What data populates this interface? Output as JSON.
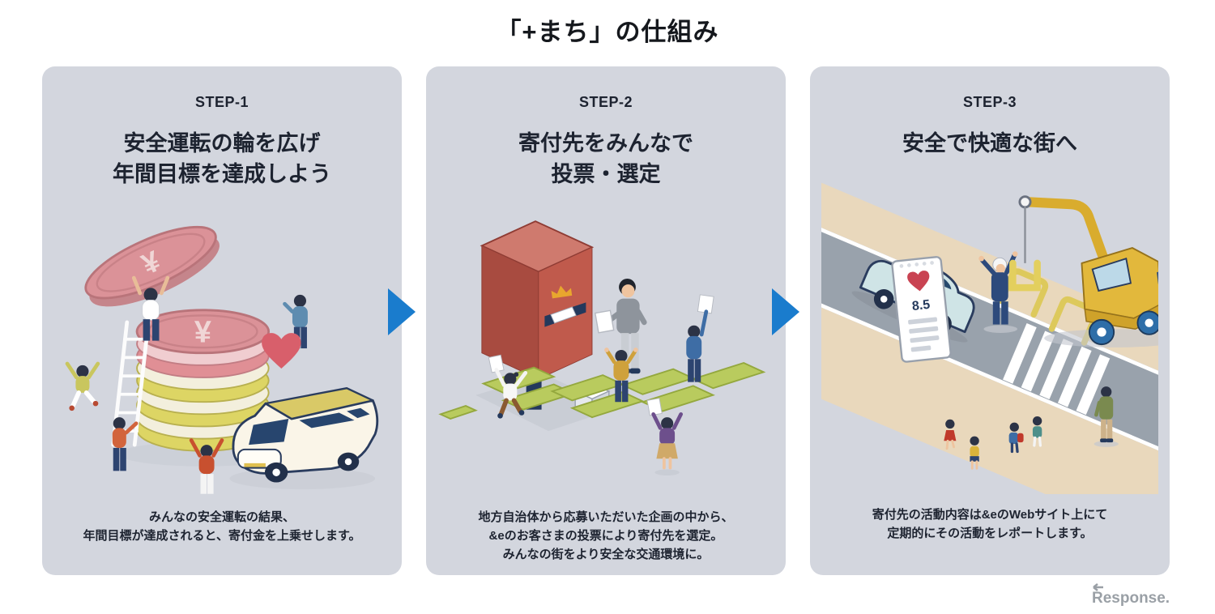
{
  "page": {
    "title": "「+まち」の仕組み",
    "watermark": "Response.",
    "background": "#ffffff"
  },
  "colors": {
    "card_background": "#d3d6de",
    "arrow_blue": "#1a7ccd",
    "text_dark": "#1d2330",
    "heart_red": "#d85f6b",
    "coin_pink": "#db9298",
    "coin_yellow": "#ddd564",
    "postbox_red": "#a84b40",
    "path_green": "#b9cb5e",
    "crane_yellow": "#e2b83c",
    "car_lightblue": "#cfe4e6",
    "sidewalk_beige": "#e9d8bc",
    "road_gray": "#99a2ac",
    "watermark_gray": "#9aa0a6"
  },
  "steps": [
    {
      "label": "STEP-1",
      "heading": "安全運転の輪を広げ\n年間目標を達成しよう",
      "caption": "みんなの安全運転の結果、\n年間目標が達成されると、寄付金を上乗せします。",
      "alt": "people stacking yen coins beside a minivan topped by a heart",
      "coin_symbol": "¥"
    },
    {
      "label": "STEP-2",
      "heading": "寄付先をみんなで\n投票・選定",
      "caption": "地方自治体から応募いただいた企画の中から、\n&eのお客さまの投票により寄付先を選定。\nみんなの街をより安全な交通環境に。",
      "alt": "people raising ballots around a red donation postbox on a green path"
    },
    {
      "label": "STEP-3",
      "heading": "安全で快適な街へ",
      "caption": "寄付先の活動内容は&eのWebサイト上にて\n定期的にその活動をレポートします。",
      "alt": "safe street with car, crosswalk, crane vehicle and activity report sign",
      "sign_score": "8.5"
    }
  ]
}
